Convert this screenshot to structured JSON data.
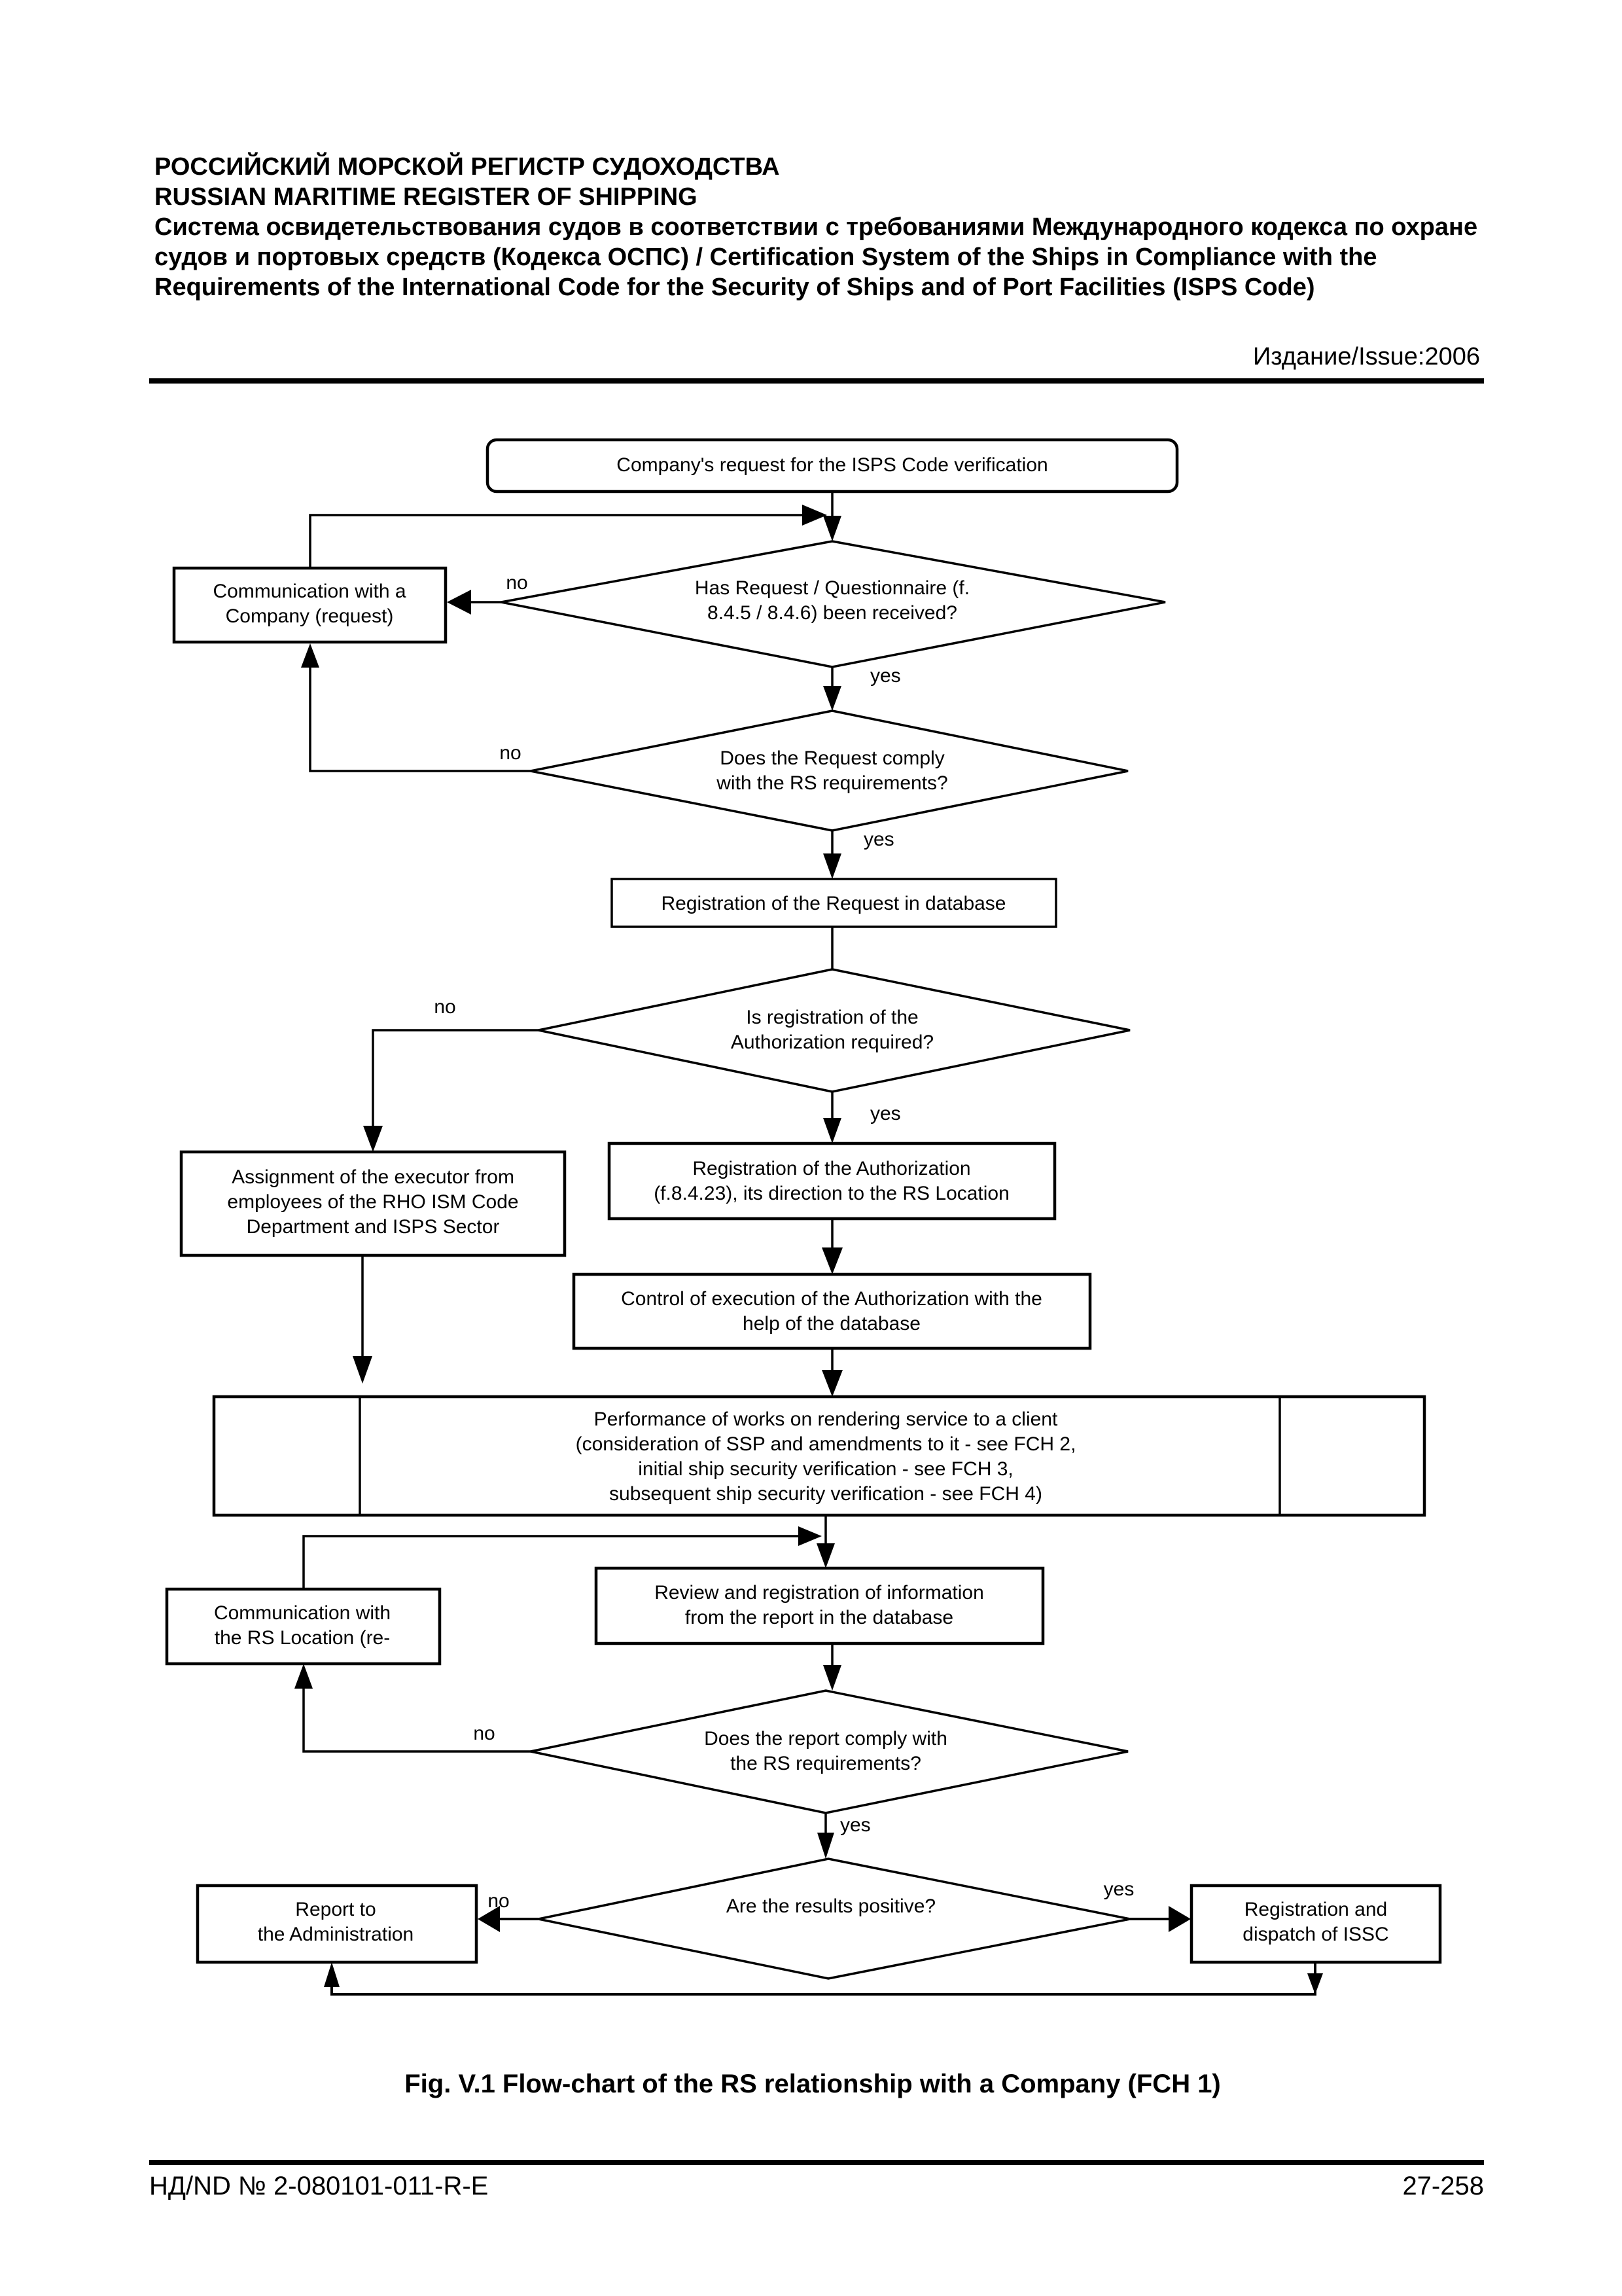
{
  "header": {
    "org_ru": "РОССИЙСКИЙ МОРСКОЙ РЕГИСТР СУДОХОДСТВА",
    "org_en": "RUSSIAN MARITIME REGISTER OF SHIPPING",
    "subtitle": " Система освидетельствования судов в соответствии с требованиями Международного кодекса по охране судов и портовых средств (Кодекса ОСПС) / Certification System of the Ships in Compliance with the Requirements of the International Code for the Security of Ships and of Port Facilities (ISPS Code)",
    "issue": "Издание/Issue:2006"
  },
  "caption": "Fig. V.1 Flow-chart of the RS relationship with a Company (FCH 1)",
  "footer": {
    "document_number": "НД/ND № 2-080101-011-R-E",
    "page_number": "27-258"
  },
  "chart_data": {
    "type": "diagram",
    "title": "Fig. V.1 Flow-chart of the RS relationship with a Company (FCH 1)",
    "nodes": [
      {
        "id": "start",
        "shape": "rounded-rect",
        "lines": [
          "Company's request for the ISPS Code verification"
        ]
      },
      {
        "id": "comm_company",
        "shape": "rect",
        "lines": [
          "Communication with a",
          "Company (request)"
        ]
      },
      {
        "id": "d_received",
        "shape": "diamond",
        "lines": [
          "Has Request / Questionnaire (f.",
          "8.4.5 / 8.4.6) been received?"
        ]
      },
      {
        "id": "d_comply",
        "shape": "diamond",
        "lines": [
          "Does the Request comply",
          "with the RS requirements?"
        ]
      },
      {
        "id": "reg_request",
        "shape": "rect",
        "lines": [
          "Registration of the Request in database"
        ]
      },
      {
        "id": "d_auth",
        "shape": "diamond",
        "lines": [
          "Is registration of the",
          "Authorization required?"
        ]
      },
      {
        "id": "assignment",
        "shape": "rect",
        "lines": [
          "Assignment of the executor from",
          "employees of the RHO ISM Code",
          "Department and ISPS Sector"
        ]
      },
      {
        "id": "reg_auth",
        "shape": "rect",
        "lines": [
          "Registration of the Authorization",
          "(f.8.4.23), its direction to the RS Location"
        ]
      },
      {
        "id": "control",
        "shape": "rect",
        "lines": [
          "Control of execution of the Authorization with the",
          "help of the database"
        ]
      },
      {
        "id": "performance",
        "shape": "rect-divided",
        "lines": [
          "Performance of works on rendering service to a client",
          "(consideration of SSP and amendments to it - see FCH 2,",
          "initial ship security verification - see FCH 3,",
          "subsequent ship security verification - see FCH 4)"
        ]
      },
      {
        "id": "comm_rs",
        "shape": "rect",
        "lines": [
          "Communication with",
          "the RS Location (re-"
        ]
      },
      {
        "id": "review",
        "shape": "rect",
        "lines": [
          "Review and registration of information",
          "from the report in the database"
        ]
      },
      {
        "id": "d_report",
        "shape": "diamond",
        "lines": [
          "Does the report comply with",
          "the RS requirements?"
        ]
      },
      {
        "id": "d_positive",
        "shape": "diamond",
        "lines": [
          "Are the results positive?"
        ]
      },
      {
        "id": "report_admin",
        "shape": "rect",
        "lines": [
          "Report to",
          "the Administration"
        ]
      },
      {
        "id": "reg_issc",
        "shape": "rect",
        "lines": [
          "Registration and",
          "dispatch of ISSC"
        ]
      }
    ],
    "edges": [
      {
        "from": "start",
        "to": "d_received",
        "label": ""
      },
      {
        "from": "d_received",
        "to": "comm_company",
        "label": "no"
      },
      {
        "from": "comm_company",
        "to": "d_received",
        "label": ""
      },
      {
        "from": "d_received",
        "to": "d_comply",
        "label": "yes"
      },
      {
        "from": "d_comply",
        "to": "comm_company",
        "label": "no"
      },
      {
        "from": "d_comply",
        "to": "reg_request",
        "label": "yes"
      },
      {
        "from": "reg_request",
        "to": "d_auth",
        "label": ""
      },
      {
        "from": "d_auth",
        "to": "assignment",
        "label": "no"
      },
      {
        "from": "d_auth",
        "to": "reg_auth",
        "label": "yes"
      },
      {
        "from": "reg_auth",
        "to": "control",
        "label": ""
      },
      {
        "from": "control",
        "to": "performance",
        "label": ""
      },
      {
        "from": "assignment",
        "to": "performance",
        "label": ""
      },
      {
        "from": "performance",
        "to": "review",
        "label": ""
      },
      {
        "from": "review",
        "to": "d_report",
        "label": ""
      },
      {
        "from": "d_report",
        "to": "comm_rs",
        "label": "no"
      },
      {
        "from": "comm_rs",
        "to": "review",
        "label": ""
      },
      {
        "from": "d_report",
        "to": "d_positive",
        "label": "yes"
      },
      {
        "from": "d_positive",
        "to": "report_admin",
        "label": "no"
      },
      {
        "from": "d_positive",
        "to": "reg_issc",
        "label": "yes"
      },
      {
        "from": "reg_issc",
        "to": "report_admin",
        "label": ""
      }
    ],
    "edge_labels": {
      "yes": "yes",
      "no": "no"
    }
  },
  "flow": {
    "start": {
      "l1": "Company's request for the ISPS Code verification"
    },
    "comm_company": {
      "l1": "Communication with a",
      "l2": "Company (request)"
    },
    "d_received": {
      "l1": "Has Request / Questionnaire (f.",
      "l2": "8.4.5 / 8.4.6) been received?"
    },
    "d_comply": {
      "l1": "Does the Request comply",
      "l2": "with the RS requirements?"
    },
    "reg_request": {
      "l1": "Registration of the Request in database"
    },
    "d_auth": {
      "l1": "Is registration of the",
      "l2": "Authorization required?"
    },
    "assignment": {
      "l1": "Assignment of the executor from",
      "l2": "employees of the RHO ISM Code",
      "l3": "Department and ISPS Sector"
    },
    "reg_auth": {
      "l1": "Registration of the Authorization",
      "l2": "(f.8.4.23), its direction to the RS Location"
    },
    "control": {
      "l1": "Control of execution of the Authorization with the",
      "l2": "help of the database"
    },
    "performance": {
      "l1": "Performance of works on rendering service to a client",
      "l2": "(consideration of SSP and amendments to it - see FCH 2,",
      "l3": "initial ship security verification - see FCH 3,",
      "l4": "subsequent ship security verification - see FCH 4)"
    },
    "comm_rs": {
      "l1": "Communication with",
      "l2": "the RS Location (re-"
    },
    "review": {
      "l1": "Review and registration of information",
      "l2": "from the report in the database"
    },
    "d_report": {
      "l1": "Does the report comply with",
      "l2": "the RS requirements?"
    },
    "d_positive": {
      "l1": "Are the results positive?"
    },
    "report_admin": {
      "l1": "Report to",
      "l2": "the Administration"
    },
    "reg_issc": {
      "l1": "Registration and",
      "l2": "dispatch of ISSC"
    },
    "labels": {
      "no1": "no",
      "yes1": "yes",
      "no2": "no",
      "yes2": "yes",
      "no3": "no",
      "yes3": "yes",
      "no4": "no",
      "yes4": "yes",
      "no5": "no",
      "yes5": "yes"
    }
  }
}
